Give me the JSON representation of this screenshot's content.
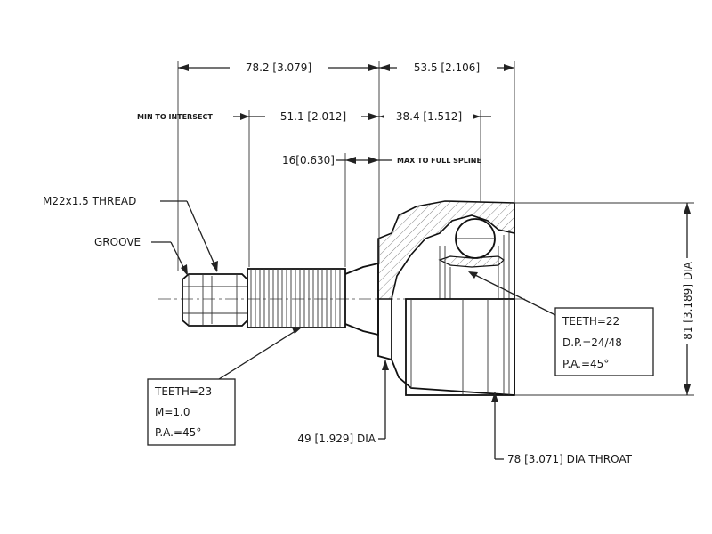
{
  "dimensions": {
    "overall_stem": "78.2 [3.079]",
    "bell_length": "53.5 [2.106]",
    "min_to_intersect_label": "MIN TO INTERSECT",
    "to_intersect": "51.1 [2.012]",
    "intersect_to_center": "38.4 [1.512]",
    "spline_length": "16[0.630]",
    "max_full_spline_label": "MAX TO FULL SPLINE",
    "thread": "M22x1.5 THREAD",
    "groove": "GROOVE",
    "outer_dia": "81 [3.189] DIA",
    "seal_dia": "49 [1.929] DIA",
    "throat_dia": "78 [3.071] DIA THROAT"
  },
  "inner_spec": {
    "teeth": "TEETH=22",
    "dp": "D.P.=24/48",
    "pa": "P.A.=45°"
  },
  "outer_spec": {
    "teeth": "TEETH=23",
    "module": "M=1.0",
    "pa": "P.A.=45°"
  }
}
